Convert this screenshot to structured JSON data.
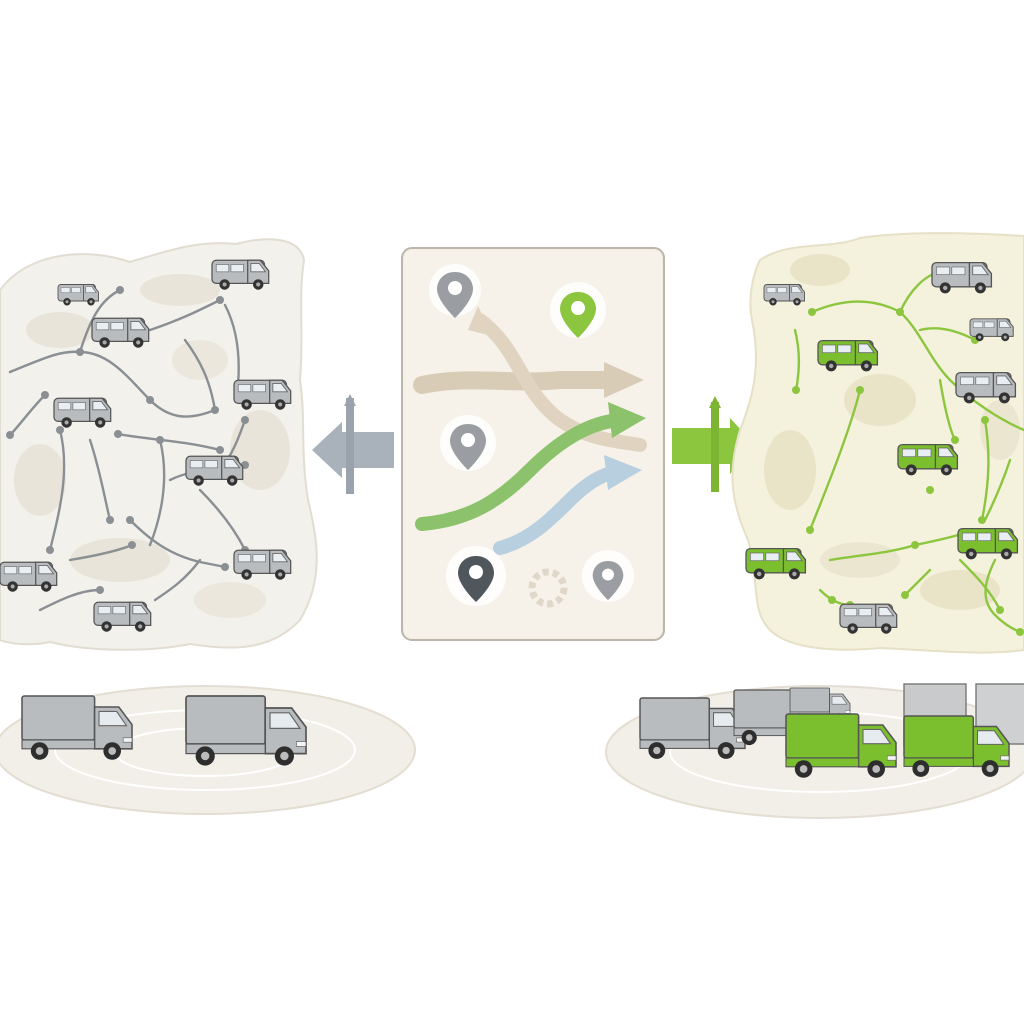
{
  "colors": {
    "background": "#ffffff",
    "map_fill_left": "#f3f1eb",
    "map_fill_right": "#f4f1dc",
    "map_blob": "#e6e1d6",
    "route_gray": "#8a8f94",
    "route_green": "#8cc63f",
    "vehicle_gray": "#b9bcbf",
    "vehicle_green": "#7cbf2e",
    "panel_fill": "#f3eee4",
    "panel_border": "#bdb6ab",
    "pin_gray": "#9a9ea2",
    "pin_dark": "#4f565c",
    "pin_green": "#8cc63f",
    "arrow_beige": "#d9ccb7",
    "arrow_green": "#8dc26c",
    "arrow_blue": "#b8cfe0",
    "arrow_left": "#a9b2ba",
    "arrow_right": "#8cc63f"
  },
  "sections": {
    "left": {
      "description_icon": "unoptimized-fleet-map",
      "vehicle_icon": "van-icon"
    },
    "center": {
      "description_icon": "route-optimization-panel",
      "pin_icon": "map-pin-icon",
      "gear_icon": "gear-icon"
    },
    "right": {
      "description_icon": "optimized-fleet-map",
      "vehicle_icon": "van-icon"
    }
  },
  "arrows": {
    "to_left": {
      "icon": "arrow-left-icon",
      "direction": "left"
    },
    "to_right": {
      "icon": "arrow-right-icon",
      "direction": "right"
    }
  },
  "left_vans": [
    {
      "color": "gray"
    },
    {
      "color": "gray"
    },
    {
      "color": "gray"
    },
    {
      "color": "gray"
    },
    {
      "color": "gray"
    },
    {
      "color": "gray"
    },
    {
      "color": "gray"
    },
    {
      "color": "gray"
    },
    {
      "color": "gray"
    }
  ],
  "right_vans": [
    {
      "color": "gray"
    },
    {
      "color": "gray"
    },
    {
      "color": "gray"
    },
    {
      "color": "gray"
    },
    {
      "color": "green"
    },
    {
      "color": "green"
    },
    {
      "color": "green"
    },
    {
      "color": "green"
    },
    {
      "color": "gray"
    }
  ],
  "left_trucks": [
    {
      "color": "gray"
    },
    {
      "color": "gray"
    }
  ],
  "right_trucks": [
    {
      "color": "gray"
    },
    {
      "color": "gray"
    },
    {
      "color": "gray"
    },
    {
      "color": "green"
    },
    {
      "color": "green"
    }
  ]
}
